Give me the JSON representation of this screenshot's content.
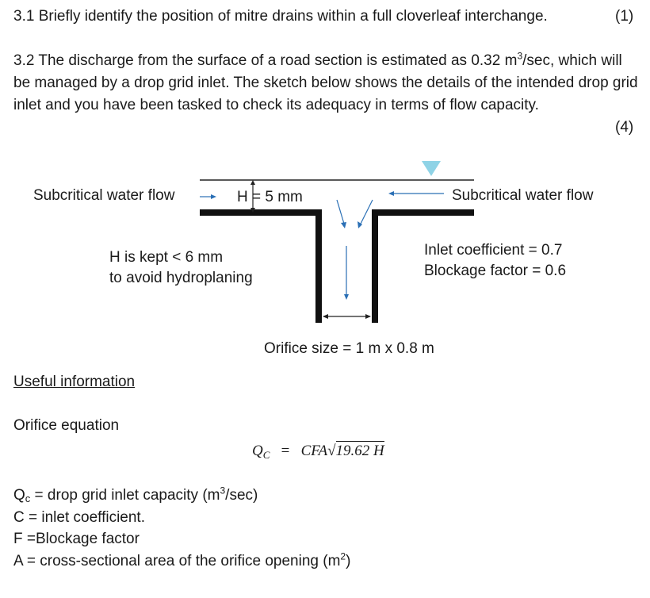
{
  "q31": {
    "text": "3.1 Briefly identify the position of mitre drains within a full cloverleaf interchange.",
    "marks": "(1)"
  },
  "q32": {
    "text_part1": "3.2 The discharge from the surface of a road section is estimated as 0.32 m",
    "text_sup": "3",
    "text_part2": "/sec, which will be managed by a drop grid inlet. The sketch below shows the details of the intended drop grid inlet and you have been tasked to check its adequacy in terms of flow capacity.",
    "marks": "(4)"
  },
  "sketch": {
    "left_flow": "Subcritical water flow",
    "right_flow": "Subcritical water flow",
    "depth": "H = 5 mm",
    "note_line1": "H is kept < 6 mm",
    "note_line2": "to avoid hydroplaning",
    "inlet_coeff": "Inlet coefficient = 0.7",
    "blockage": "Blockage factor = 0.6",
    "orifice": "Orifice size = 1 m x 0.8 m",
    "water_color": "#8fd3e6"
  },
  "useful": {
    "heading": "Useful information",
    "eq_title": "Orifice equation",
    "eq_lhs": "Q",
    "eq_lhs_sub": "C",
    "eq_rhs_pre": "CFA",
    "eq_radicand": "19.62 H",
    "def_qc_pre": "Q",
    "def_qc_sub": "c",
    "def_qc_post": " = drop grid inlet capacity (m",
    "def_qc_sup": "3",
    "def_qc_end": "/sec)",
    "def_c": "C = inlet coefficient.",
    "def_f": "F =Blockage factor",
    "def_a_pre": "A = cross-sectional area of the orifice opening (m",
    "def_a_sup": "2",
    "def_a_end": ")"
  }
}
